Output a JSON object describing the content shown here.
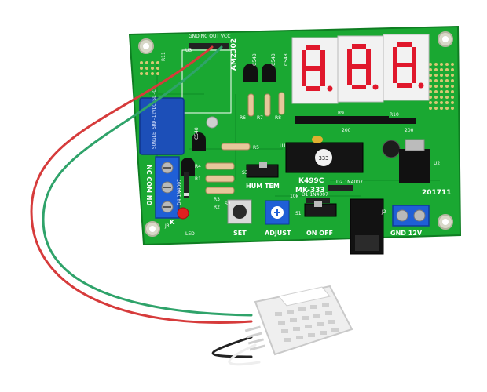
{
  "board": {
    "sensor_model": "AM2302",
    "sensor_pins": "GND NC OUT VCC",
    "ic_label": "K499C",
    "kit_name": "MK-333",
    "chip_marking": "333",
    "date_code": "201711",
    "switch_mode_label": "HUM TEM",
    "switch_power_label": "ON OFF",
    "button_label": "SET",
    "pot_label": "ADJUST",
    "pot_value": "10k",
    "power_label": "GND 12V",
    "relay_terminals": "NC COM NO",
    "led_label": "LED",
    "led_k": "K",
    "diode_d1": "D1 1N4007",
    "diode_d2": "D2 1N4007",
    "diode_d4": "D4 1N4007",
    "relay_marking": "SONGLE SRD-12VDC-SL-C",
    "transistor_q1": "C548",
    "transistor_q2": "C548",
    "transistor_q3": "C548",
    "transistor_q4": "C548",
    "ref_r1": "R1",
    "ref_r2": "R2",
    "ref_r3": "R3",
    "ref_r4": "R4",
    "ref_r5": "R5",
    "ref_r6": "R6",
    "ref_r7": "R7",
    "ref_r8": "R8",
    "ref_r9": "R9",
    "ref_r10": "R10",
    "ref_r11": "R11",
    "ref_u1": "U1",
    "ref_u2": "U2",
    "ref_u3": "U3",
    "ref_j1": "J1",
    "ref_j2": "J2",
    "ref_j3": "J3",
    "ref_s1": "S1",
    "ref_s2": "S2",
    "ref_s3": "S3",
    "res_200_a": "200",
    "res_200_b": "200"
  },
  "display": {
    "digits": [
      "8.",
      "8.",
      "8."
    ],
    "segment_color": "#e0182c"
  },
  "colors": {
    "pcb": "#1aa832",
    "pcb_dark": "#128a26",
    "silkscreen": "#ffffff",
    "terminal_blue": "#1f5fd6",
    "relay_blue": "#1c4fb8",
    "wire_red": "#d63b3b",
    "wire_green": "#2fa36a",
    "wire_black": "#222222",
    "wire_white": "#eeeeee"
  }
}
